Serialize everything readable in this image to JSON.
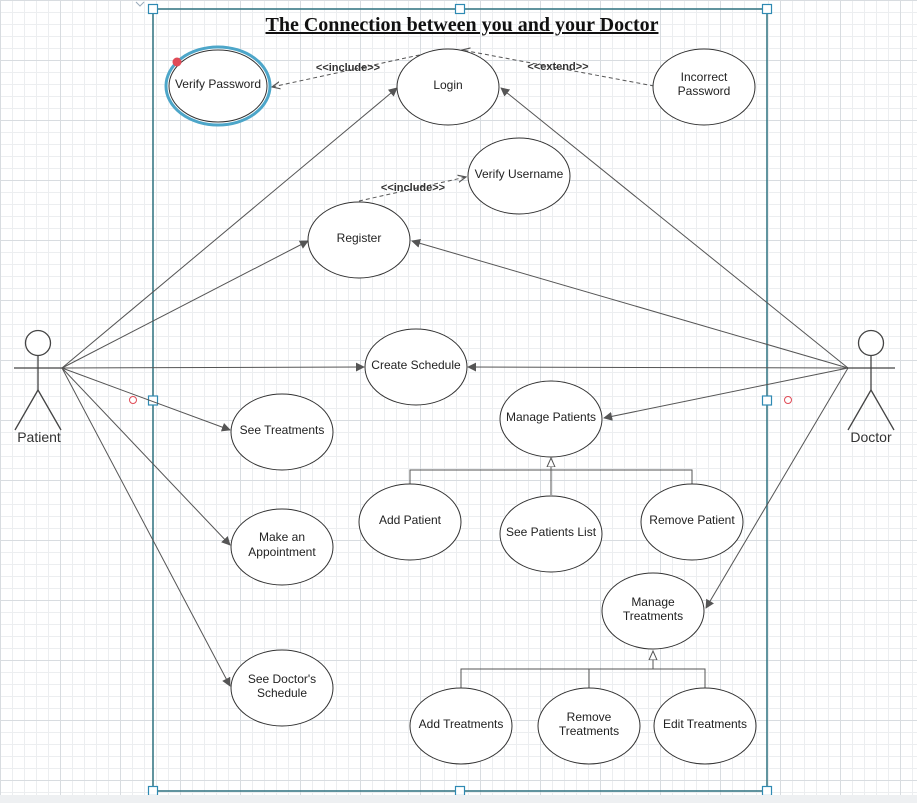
{
  "diagram": {
    "title": "The Connection between you and your Doctor",
    "actors": {
      "patient": "Patient",
      "doctor": "Doctor"
    },
    "use_cases": {
      "verify_password": "Verify Password",
      "login": "Login",
      "incorrect_password": [
        "Incorrect",
        "Password"
      ],
      "verify_username": "Verify Username",
      "register": "Register",
      "create_schedule": "Create Schedule",
      "see_treatments": "See Treatments",
      "manage_patients": "Manage Patients",
      "make_appointment": [
        "Make an",
        "Appointment"
      ],
      "add_patient": "Add Patient",
      "see_patients_list": "See Patients List",
      "remove_patient": "Remove Patient",
      "manage_treatments": [
        "Manage",
        "Treatments"
      ],
      "see_doctors_schedule": [
        "See Doctor's",
        "Schedule"
      ],
      "add_treatments": "Add Treatments",
      "remove_treatments": [
        "Remove",
        "Treatments"
      ],
      "edit_treatments": "Edit Treatments"
    },
    "relations": {
      "include_password": "<<include>>",
      "extend_incorrect": "<<extend>>",
      "include_username": "<<include>>"
    }
  },
  "colors": {
    "boundary": "#3a7a87",
    "selection_handle": "#2f8ab3",
    "selected_ellipse": "#4da6c9",
    "error_dot": "#e04b57",
    "line": "#555555"
  }
}
